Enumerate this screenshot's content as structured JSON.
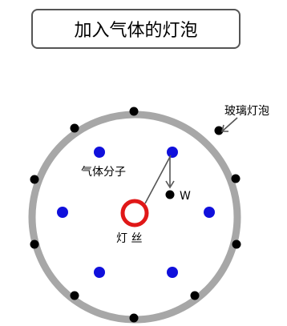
{
  "title": "加入气体的灯泡",
  "labels": {
    "glass_bulb": "玻璃灯泡",
    "gas_molecules": "气体分子",
    "w_atom": "W",
    "filament": "灯 丝"
  },
  "colors": {
    "bulb_ring": "#a7a7a7",
    "gas_molecule": "#1010dc",
    "tungsten_atom": "#000000",
    "filament": "#e01818",
    "pointer_line": "#555555"
  }
}
